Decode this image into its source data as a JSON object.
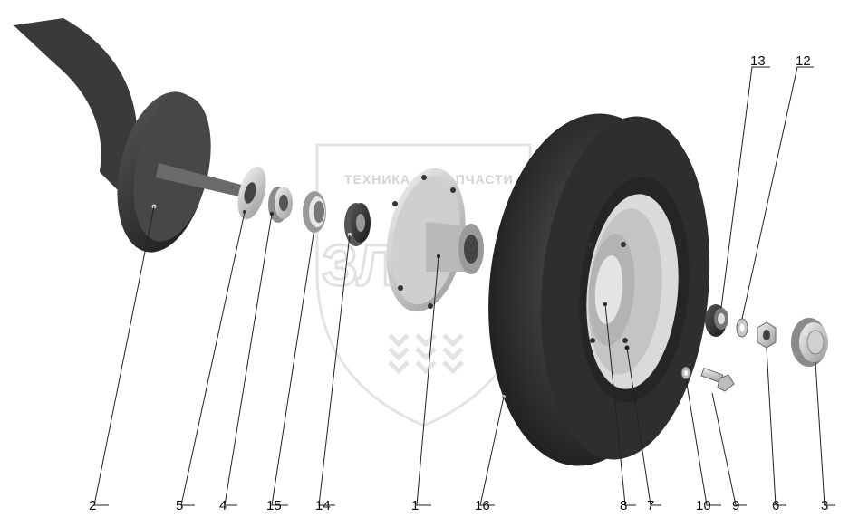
{
  "watermark": {
    "left_word": "ТЕХНИКА",
    "right_word": "ЗАПЧАСТИ",
    "emblem": "ЗЛФ"
  },
  "callouts": [
    {
      "id": "2",
      "label": "2"
    },
    {
      "id": "5",
      "label": "5"
    },
    {
      "id": "4",
      "label": "4"
    },
    {
      "id": "15",
      "label": "15"
    },
    {
      "id": "14",
      "label": "14"
    },
    {
      "id": "1",
      "label": "1"
    },
    {
      "id": "16",
      "label": "16"
    },
    {
      "id": "8",
      "label": "8"
    },
    {
      "id": "7",
      "label": "7"
    },
    {
      "id": "10",
      "label": "10"
    },
    {
      "id": "9",
      "label": "9"
    },
    {
      "id": "6",
      "label": "6"
    },
    {
      "id": "3",
      "label": "3"
    },
    {
      "id": "13",
      "label": "13"
    },
    {
      "id": "12",
      "label": "12"
    }
  ],
  "colors": {
    "part_dark": "#2a2a2a",
    "part_mid": "#6e6e6e",
    "part_light": "#bdbdbd",
    "rim": "#d6d6d6",
    "watermark": "#d9d9d9"
  }
}
